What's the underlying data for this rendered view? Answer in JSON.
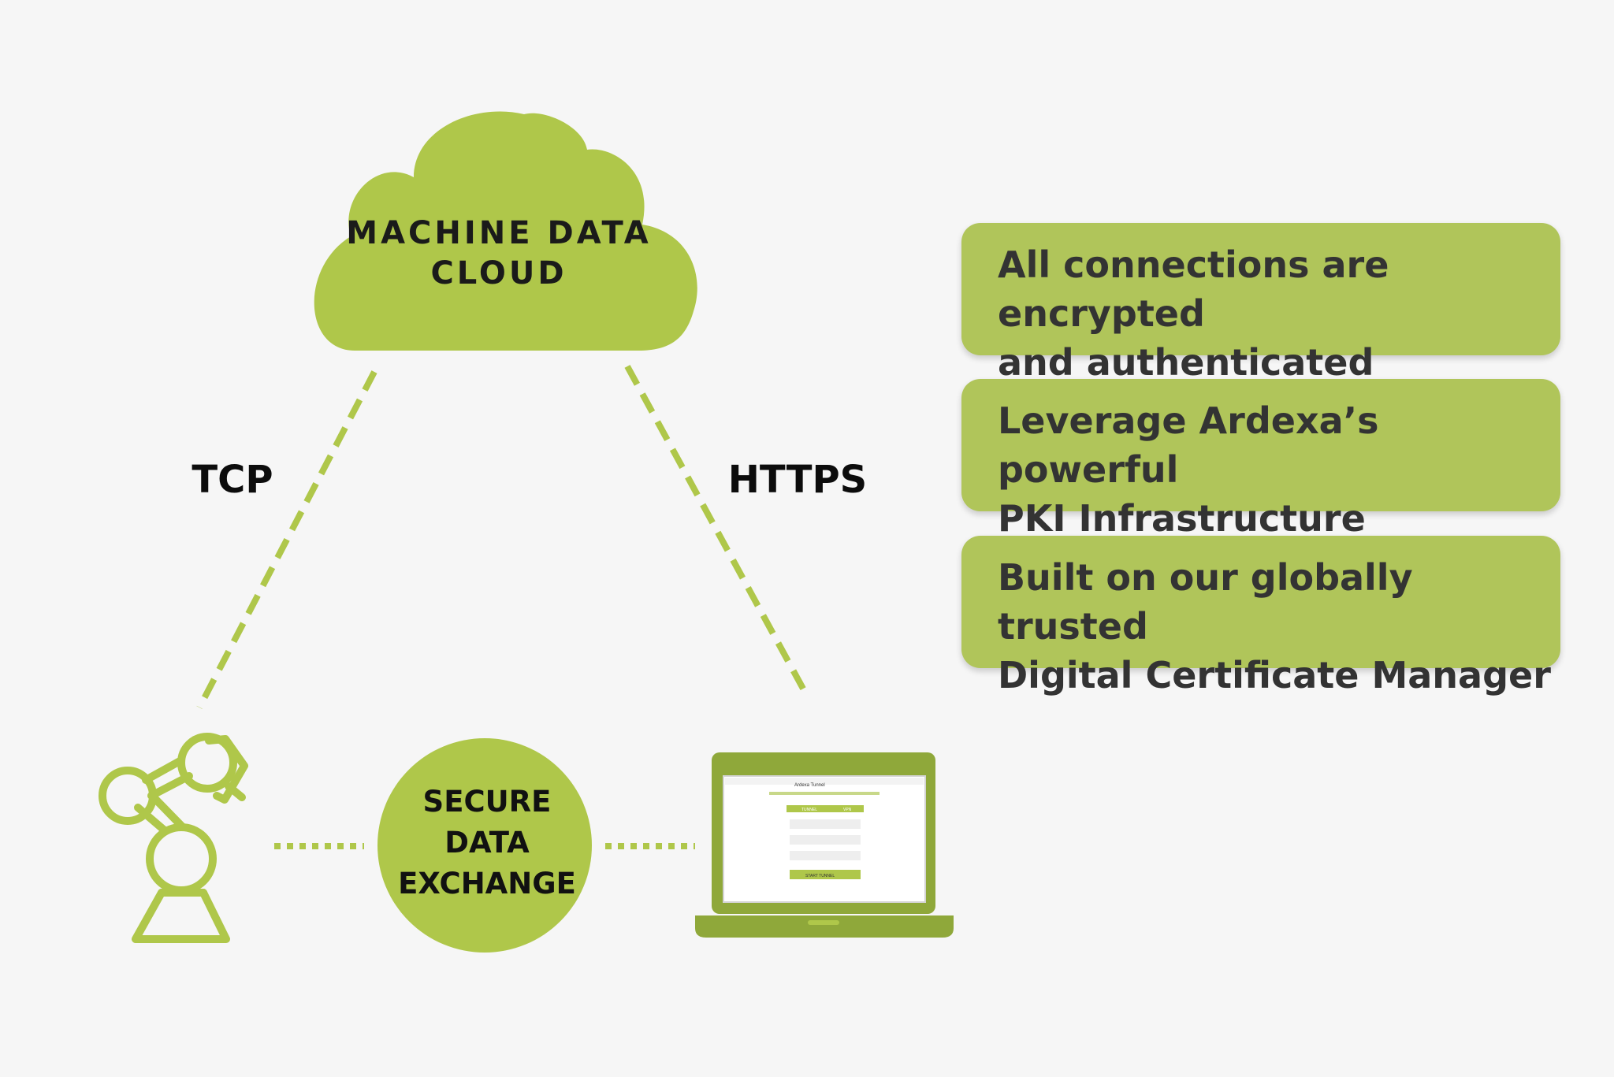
{
  "diagram": {
    "cloud": {
      "line1": "MACHINE DATA",
      "line2": "CLOUD"
    },
    "left_connection": "TCP",
    "right_connection": "HTTPS",
    "center": {
      "line1": "SECURE",
      "line2": "DATA",
      "line3": "EXCHANGE"
    },
    "laptop_screen": {
      "app_title": "Ardexa Tunnel",
      "tab_1": "TUNNEL",
      "tab_2": "VPN",
      "button": "START TUNNEL"
    }
  },
  "info_boxes": [
    {
      "text": "All connections are encrypted\nand authenticated"
    },
    {
      "text": "Leverage Ardexa’s powerful\nPKI Infrastructure"
    },
    {
      "text": "Built on our globally trusted\nDigital Certificate Manager"
    }
  ],
  "colors": {
    "accent_green": "#afc74a",
    "box_green": "#b0c55a",
    "dark_green": "#8fa83a",
    "background": "#f6f6f6"
  },
  "icons": [
    "cloud-icon",
    "robot-arm-icon",
    "laptop-icon"
  ]
}
